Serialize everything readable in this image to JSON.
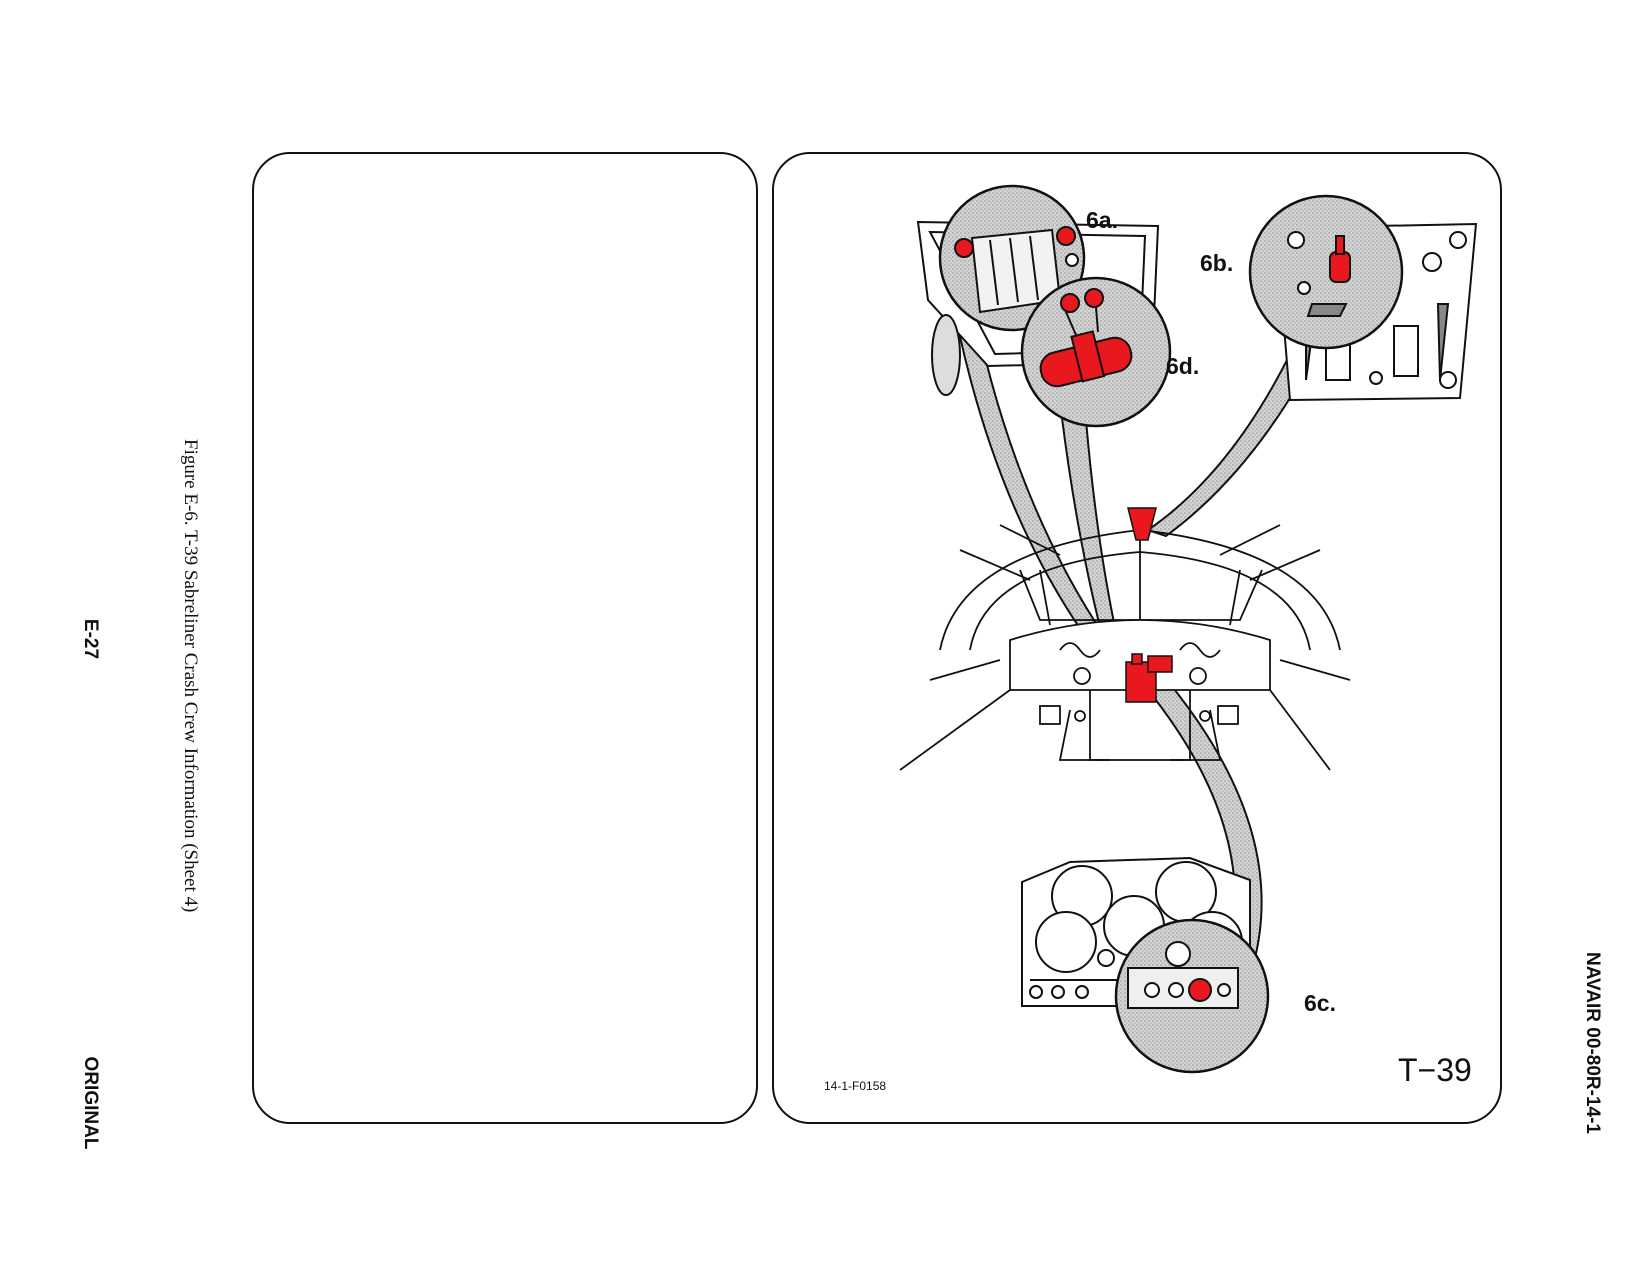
{
  "page": {
    "figure_caption": "Figure E-6.  T-39 Sabreliner Crash Crew Information (Sheet 4)",
    "page_number": "E-27",
    "status": "ORIGINAL",
    "document_id": "NAVAIR 00-80R-14-1"
  },
  "figure": {
    "aircraft_label": "T−39",
    "figure_code": "14-1-F0158",
    "callouts": [
      "6a.",
      "6b.",
      "6c.",
      "6d."
    ],
    "highlight_color": "#e8181e",
    "detail_shading": "#cfcfcf"
  }
}
